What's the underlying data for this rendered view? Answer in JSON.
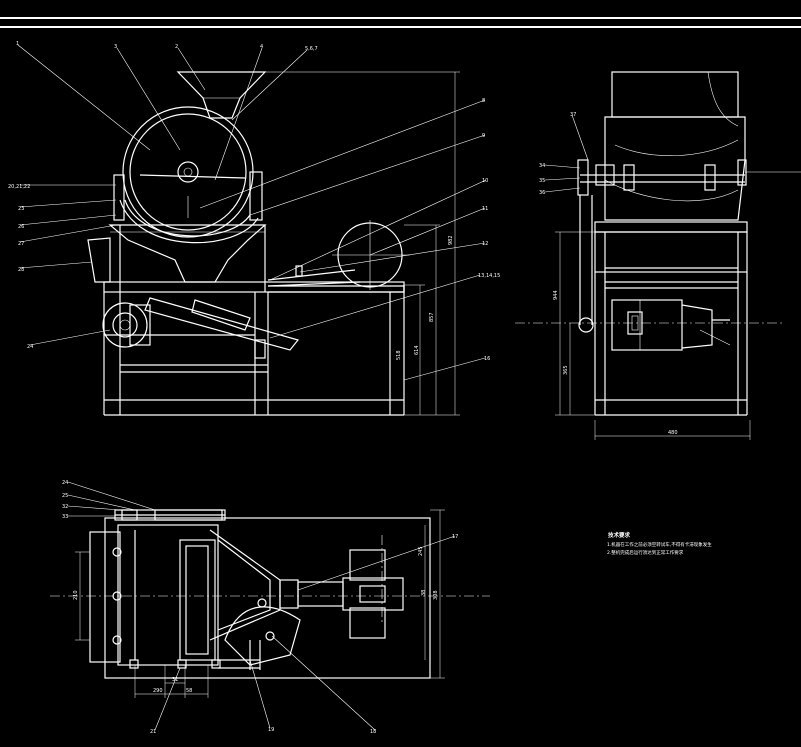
{
  "drawing": {
    "balloons_front": [
      "1",
      "3",
      "2",
      "4",
      "5,6,7",
      "8",
      "9",
      "10",
      "11",
      "12",
      "13,14,15",
      "16",
      "20,21,22",
      "23",
      "26",
      "27",
      "28",
      "24"
    ],
    "balloons_side": [
      "37",
      "34",
      "35",
      "36"
    ],
    "balloons_top": [
      "24",
      "25",
      "32",
      "33",
      "17",
      "18",
      "19",
      "21"
    ],
    "dims_front": [
      "982",
      "857",
      "614",
      "518"
    ],
    "dims_side": [
      "944",
      "365",
      "480"
    ],
    "dims_top": [
      "210",
      "245",
      "31",
      "58",
      "290",
      "308",
      "38"
    ]
  },
  "technical_requirements": {
    "title": "技术要求",
    "lines": [
      "1.机器在工作之前必须空转试车,不得有卡滞现象发生",
      "2.整机完成后运行须达到正常工作要求"
    ]
  }
}
